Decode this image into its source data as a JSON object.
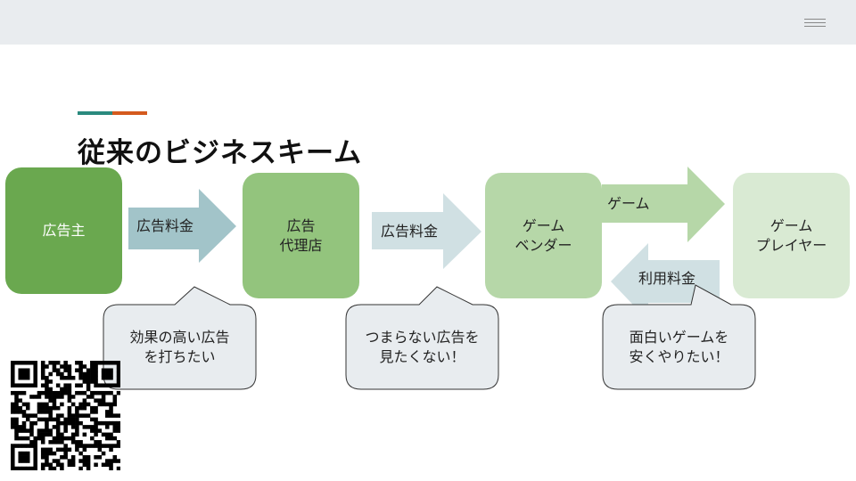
{
  "header": {
    "menu_icon": "hamburger-icon"
  },
  "slide": {
    "title": "従来のビジネスキーム",
    "accent_colors": [
      "#2a8a7e",
      "#d45a1e"
    ],
    "nodes": [
      {
        "label": "広告主",
        "color": "#6aa84f"
      },
      {
        "line1": "広告",
        "line2": "代理店",
        "color": "#93c47d"
      },
      {
        "line1": "ゲーム",
        "line2": "ベンダー",
        "color": "#b6d7a8"
      },
      {
        "line1": "ゲーム",
        "line2": "プレイヤー",
        "color": "#d9ead3"
      }
    ],
    "arrows": [
      {
        "label": "広告料金",
        "color": "#a2c4c9"
      },
      {
        "label": "広告料金",
        "color": "#d0e0e3"
      },
      {
        "label": "ゲーム",
        "color": "#b6d7a8"
      },
      {
        "label": "利用料金",
        "color": "#d0e0e3"
      }
    ],
    "callouts": [
      {
        "line1": "効果の高い広告",
        "line2": "を打ちたい"
      },
      {
        "line1": "つまらない広告を",
        "line2": "見たくない！"
      },
      {
        "line1": "面白いゲームを",
        "line2": "安くやりたい！"
      }
    ],
    "qr_icon": "qr-code-icon"
  }
}
